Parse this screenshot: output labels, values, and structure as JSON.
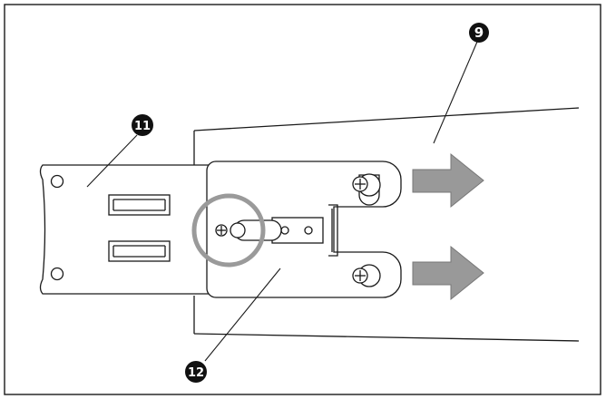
{
  "callouts": [
    {
      "id": "callout-9",
      "label": "9"
    },
    {
      "id": "callout-11",
      "label": "11"
    },
    {
      "id": "callout-12",
      "label": "12"
    }
  ],
  "arrows": [
    {
      "id": "arrow-upper",
      "direction": "right"
    },
    {
      "id": "arrow-lower",
      "direction": "right"
    }
  ],
  "colors": {
    "line": "#1a1a1a",
    "arrow_fill": "#999999",
    "highlight_ring": "#9a9a9a",
    "callout_fill": "#111111",
    "background": "#ffffff"
  }
}
